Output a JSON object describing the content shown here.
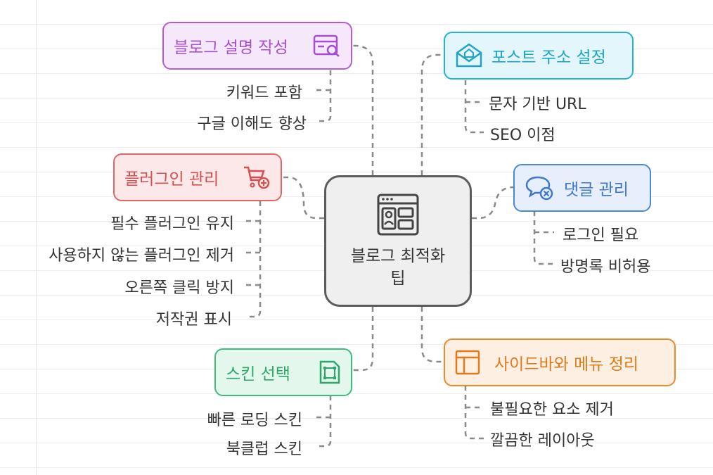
{
  "center": {
    "title": "블로그 최적화 팁",
    "icon": "layout-icon"
  },
  "branches": {
    "description": {
      "title": "블로그 설명 작성",
      "icon": "search-card-icon",
      "color": "#b45cd6",
      "fill": "#f5e8fb",
      "items": [
        "키워드 포함",
        "구글 이해도 향상"
      ]
    },
    "plugins": {
      "title": "플러그인 관리",
      "icon": "cart-plus-icon",
      "color": "#e06666",
      "fill": "#fce8e8",
      "items": [
        "필수 플러그인 유지",
        "사용하지 않는 플러그인 제거",
        "오른쪽 클릭 방지",
        "저작권 표시"
      ]
    },
    "skin": {
      "title": "스킨 선택",
      "icon": "frame-doc-icon",
      "color": "#3dbd7d",
      "fill": "#e4f7ec",
      "items": [
        "빠른 로딩 스킨",
        "북클럽 스킨"
      ]
    },
    "url": {
      "title": "포스트 주소 설정",
      "icon": "mail-home-icon",
      "color": "#23b3d6",
      "fill": "#e3f6fc",
      "items": [
        "문자 기반 URL",
        "SEO 이점"
      ]
    },
    "comments": {
      "title": "댓글 관리",
      "icon": "chat-x-icon",
      "color": "#4f86d8",
      "fill": "#e6effb",
      "items": [
        "로그인 필요",
        "방명록 비허용"
      ]
    },
    "sidebar": {
      "title": "사이드바와 메뉴 정리",
      "icon": "sidebar-layout-icon",
      "color": "#ee8a2e",
      "fill": "#fdf0e3",
      "items": [
        "불필요한 요소 제거",
        "깔끔한 레이아웃"
      ]
    }
  }
}
